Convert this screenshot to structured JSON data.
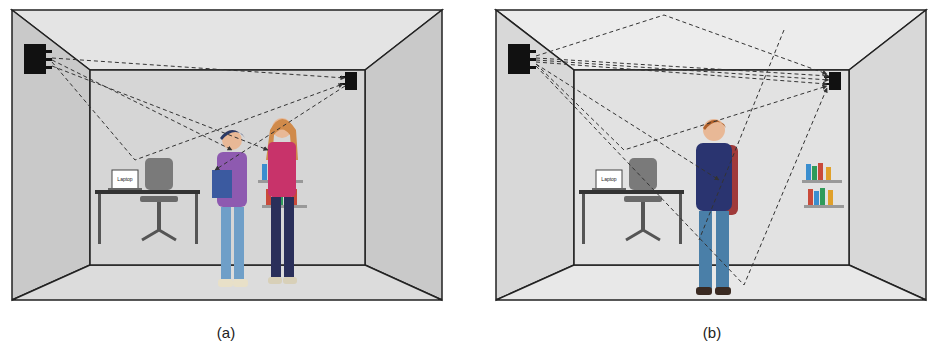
{
  "diagram": {
    "labels": [
      "Laptop",
      "Laptop",
      "(a)",
      "(b)"
    ]
  }
}
